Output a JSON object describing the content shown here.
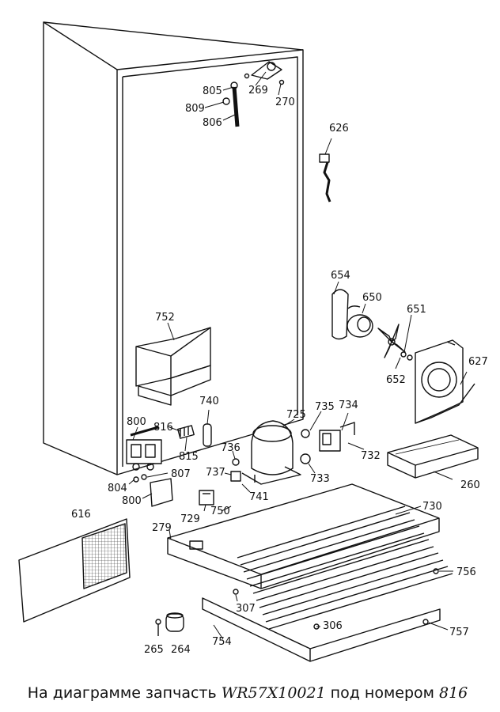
{
  "caption": {
    "prefix": "На диаграмме запчасть",
    "part_code": "WR57X10021",
    "middle": "под номером",
    "part_number": "816"
  },
  "labels": {
    "l805": "805",
    "l269": "269",
    "l270": "270",
    "l809": "809",
    "l806": "806",
    "l626": "626",
    "l654": "654",
    "l650": "650",
    "l651": "651",
    "l627": "627",
    "l652": "652",
    "l752": "752",
    "l740": "740",
    "l725": "725",
    "l735": "735",
    "l734": "734",
    "l800a": "800",
    "l816": "816",
    "l815": "815",
    "l736": "736",
    "l732": "732",
    "l807": "807",
    "l737": "737",
    "l733": "733",
    "l804": "804",
    "l800b": "800",
    "l741": "741",
    "l260": "260",
    "l730": "730",
    "l616": "616",
    "l729": "729",
    "l750": "750",
    "l279": "279",
    "l756": "756",
    "l307": "307",
    "l306": "306",
    "l757": "757",
    "l265": "265",
    "l264": "264",
    "l754": "754"
  }
}
